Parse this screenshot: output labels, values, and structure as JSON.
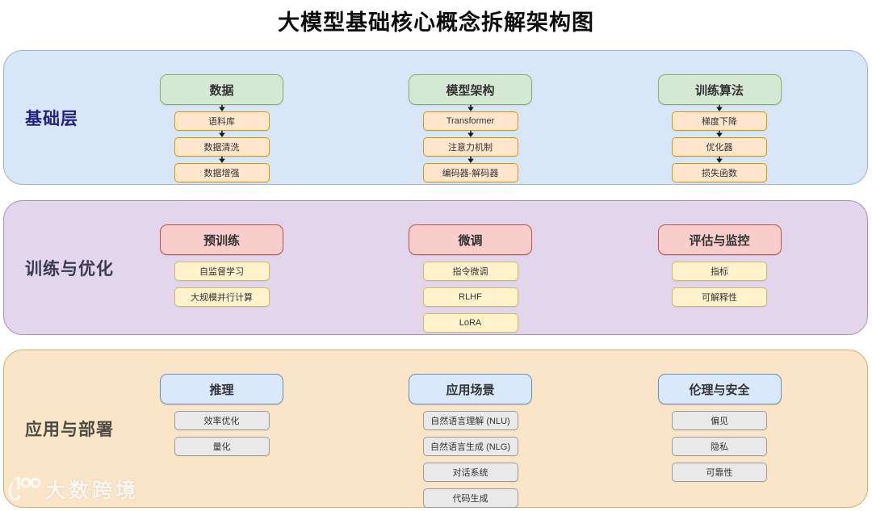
{
  "title": "大模型基础核心概念拆解架构图",
  "watermark": {
    "logo": "100",
    "text": "大数跨境"
  },
  "arrow_color": "#1a1a1a",
  "bands": [
    {
      "id": "foundation",
      "label": "基础层",
      "label_color": "#23237d",
      "bg": "#d9e6f8",
      "border": "#9db3d8",
      "header_fill": "#d5e8d4",
      "header_border": "#82b366",
      "item_fill": "#ffe6cc",
      "item_border": "#d79b00",
      "arrows": true,
      "columns": [
        {
          "header": "数据",
          "items": [
            "语料库",
            "数据清洗",
            "数据增强"
          ]
        },
        {
          "header": "模型架构",
          "items": [
            "Transformer",
            "注意力机制",
            "编码器-解码器"
          ]
        },
        {
          "header": "训练算法",
          "items": [
            "梯度下降",
            "优化器",
            "损失函数"
          ]
        }
      ]
    },
    {
      "id": "training-optimization",
      "label": "训练与优化",
      "label_color": "#3a3a50",
      "bg": "#e3d6ec",
      "border": "#a98fc0",
      "header_fill": "#f8cecc",
      "header_border": "#b85450",
      "item_fill": "#fff2cc",
      "item_border": "#d6b656",
      "arrows": false,
      "columns": [
        {
          "header": "预训练",
          "items": [
            "自监督学习",
            "大规模并行计算"
          ]
        },
        {
          "header": "微调",
          "items": [
            "指令微调",
            "RLHF",
            "LoRA"
          ]
        },
        {
          "header": "评估与监控",
          "items": [
            "指标",
            "可解释性"
          ]
        }
      ]
    },
    {
      "id": "application-deployment",
      "label": "应用与部署",
      "label_color": "#4c4c42",
      "bg": "#fbe5c9",
      "border": "#d9ac62",
      "header_fill": "#dae8fc",
      "header_border": "#6c8ebf",
      "item_fill": "#e9e9e9",
      "item_border": "#9c9c9c",
      "arrows": false,
      "columns": [
        {
          "header": "推理",
          "items": [
            "效率优化",
            "量化"
          ]
        },
        {
          "header": "应用场景",
          "items": [
            "自然语言理解 (NLU)",
            "自然语言生成 (NLG)",
            "对话系统",
            "代码生成"
          ]
        },
        {
          "header": "伦理与安全",
          "items": [
            "偏见",
            "隐私",
            "可靠性"
          ]
        }
      ]
    }
  ]
}
